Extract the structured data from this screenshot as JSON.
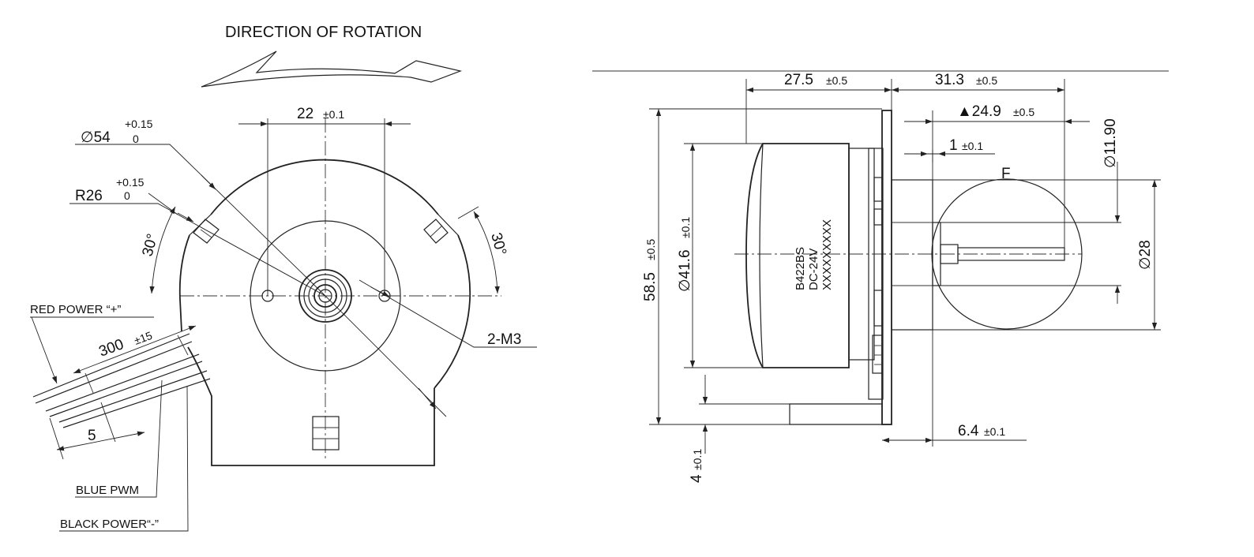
{
  "title": "DIRECTION OF ROTATION",
  "front_view": {
    "dim_22": {
      "value": "22",
      "tol": "±0.1"
    },
    "dim_dia54": {
      "symbol": "∅",
      "value": "54",
      "upper": "+0.15",
      "lower": "0"
    },
    "dim_r26": {
      "value": "R26",
      "upper": "+0.15",
      "lower": "0"
    },
    "angle_left": "30°",
    "angle_right": "30°",
    "holes": "2-M3",
    "wire_length": {
      "value": "300",
      "tol": "±15"
    },
    "strip_length": "5",
    "wires": {
      "red": "RED POWER “+”",
      "blue": "BLUE PWM",
      "black": "BLACK POWER“-”"
    }
  },
  "side_view": {
    "dim_27_5": {
      "value": "27.5",
      "tol": "±0.5"
    },
    "dim_31_3": {
      "value": "31.3",
      "tol": "±0.5"
    },
    "dim_24_9": {
      "value": "▲24.9",
      "tol": "±0.5"
    },
    "dim_1": {
      "value": "1",
      "tol": "±0.1"
    },
    "dim_11_90": "∅11.90",
    "label_f": "F",
    "dim_28": "∅28",
    "dim_58_5": {
      "value": "58.5",
      "tol": "±0.5"
    },
    "dim_41_6": {
      "value": "∅41.6",
      "tol": "±0.1"
    },
    "dim_4": {
      "value": "4",
      "tol": "±0.1"
    },
    "dim_6_4": {
      "value": "6.4",
      "tol": "±0.1"
    },
    "marking": [
      "B422BS",
      "DC-24V",
      "XXXXXXXXX"
    ]
  }
}
